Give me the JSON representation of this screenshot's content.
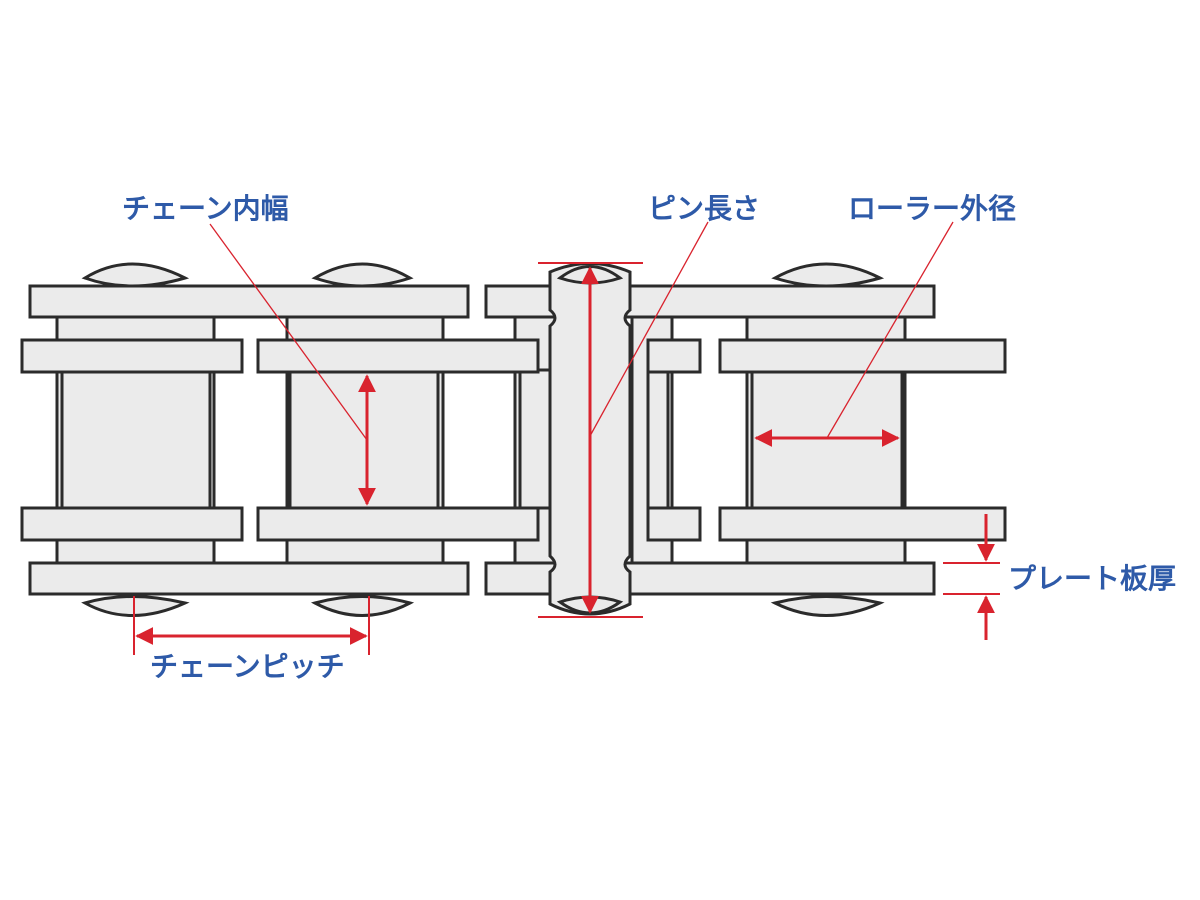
{
  "labels": {
    "inner_width": "チェーン内幅",
    "pin_length": "ピン長さ",
    "roller_diameter": "ローラー外径",
    "plate_thickness": "プレート板厚",
    "chain_pitch": "チェーンピッチ"
  },
  "colors": {
    "outline": "#2b2b2b",
    "part_fill": "#ebebeb",
    "dimension": "#d9232e",
    "label_text": "#2e5aa8"
  }
}
